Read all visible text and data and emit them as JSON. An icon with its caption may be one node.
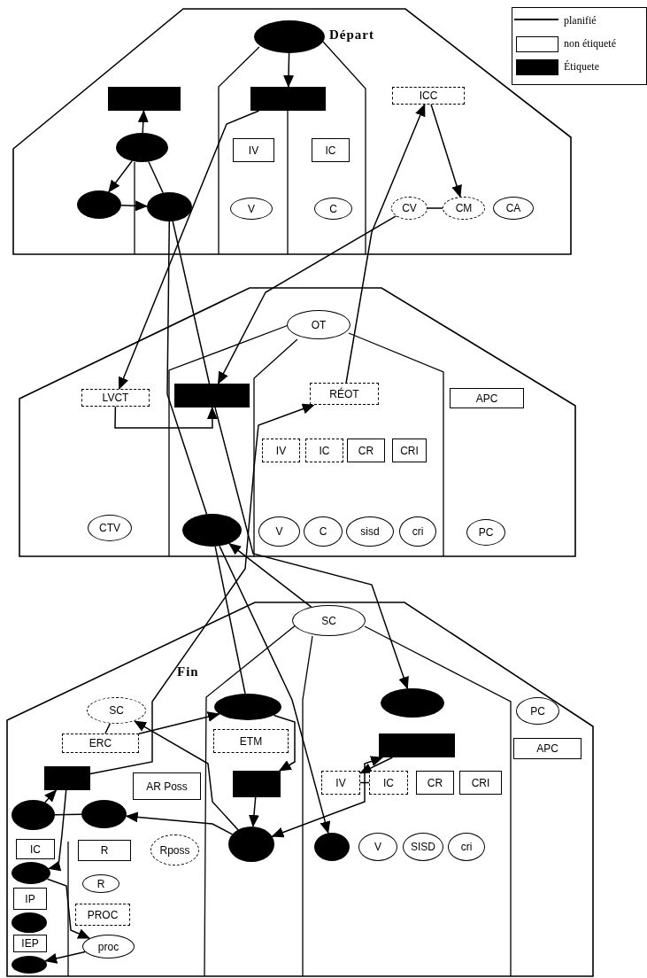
{
  "diagram": {
    "nodes": [
      {
        "text": [
          "Départ"
        ]
      },
      {
        "text": [],
        "shape": "ellipse",
        "in": 0
      },
      {
        "text": [],
        "shape": "box",
        "in": 0
      },
      {
        "text": [],
        "shape": "box",
        "in": 0
      },
      {
        "text": [
          "ICC"
        ],
        "in": 0
      },
      {
        "text": [],
        "shape": "ellipse",
        "in": 0
      },
      {
        "text": [
          "IV"
        ],
        "in": 0
      },
      {
        "text": [
          "IC"
        ],
        "in": 0
      },
      {
        "text": [],
        "shape": "ellipse",
        "in": 0
      },
      {
        "text": [],
        "shape": "ellipse",
        "in": 0
      },
      {
        "text": [
          "V"
        ],
        "in": 0
      },
      {
        "text": [
          "C"
        ],
        "in": 0
      },
      {
        "text": [
          "CV"
        ],
        "in": 0
      },
      {
        "text": [
          "CM"
        ],
        "in": 0
      },
      {
        "text": [
          "CA"
        ],
        "in": 0
      },
      {
        "text": [],
        "shape": "box"
      },
      {
        "text": [
          "OT"
        ],
        "in": 15
      },
      {
        "text": [
          "LVCT"
        ],
        "in": 15
      },
      {
        "text": [],
        "shape": "box",
        "in": 15
      },
      {
        "text": [
          "RÉOT"
        ],
        "in": 15
      },
      {
        "text": [
          "APC"
        ],
        "in": 15
      },
      {
        "text": [
          "IV"
        ],
        "in": 15
      },
      {
        "text": [
          "IC"
        ],
        "in": 15
      },
      {
        "text": [
          "CR"
        ],
        "in": 15
      },
      {
        "text": [
          "CRI"
        ],
        "in": 15
      },
      {
        "text": [
          "CTV"
        ],
        "in": 15
      },
      {
        "text": [],
        "shape": "ellipse",
        "in": 15
      },
      {
        "text": [
          "V"
        ],
        "in": 15
      },
      {
        "text": [
          "C"
        ],
        "in": 15
      },
      {
        "text": [
          "sisd"
        ],
        "in": 15
      },
      {
        "text": [
          "cri"
        ],
        "in": 15
      },
      {
        "text": [
          "PC"
        ],
        "in": 15
      },
      {
        "text": [
          "Fin"
        ]
      },
      {
        "text": [
          "SC"
        ],
        "in": 32
      },
      {
        "text": [
          "SC"
        ],
        "in": 32
      },
      {
        "text": [],
        "shape": "ellipse",
        "in": 32
      },
      {
        "text": [],
        "shape": "ellipse",
        "in": 32
      },
      {
        "text": [
          "PC"
        ],
        "in": 32
      },
      {
        "text": [
          "ERC"
        ],
        "in": 32
      },
      {
        "text": [
          "ETM"
        ],
        "in": 32
      },
      {
        "text": [],
        "shape": "box",
        "in": 32
      },
      {
        "text": [
          "APC"
        ],
        "in": 32
      },
      {
        "text": [],
        "shape": "box",
        "in": 32
      },
      {
        "text": [
          "AR Poss"
        ],
        "in": 32
      },
      {
        "text": [],
        "shape": "box",
        "in": 32
      },
      {
        "text": [
          "IV"
        ],
        "in": 32
      },
      {
        "text": [
          "IC"
        ],
        "in": 32
      },
      {
        "text": [
          "CR"
        ],
        "in": 32
      },
      {
        "text": [
          "CRI"
        ],
        "in": 32
      },
      {
        "text": [],
        "shape": "ellipse",
        "in": 32
      },
      {
        "text": [],
        "shape": "ellipse",
        "in": 32
      },
      {
        "text": [],
        "shape": "ellipse",
        "in": 32
      },
      {
        "text": [],
        "shape": "ellipse",
        "in": 32
      },
      {
        "text": [
          "V"
        ],
        "in": 32
      },
      {
        "text": [
          "SISD"
        ],
        "in": 32
      },
      {
        "text": [
          "cri"
        ],
        "in": 32
      },
      {
        "text": [
          "IC"
        ],
        "in": 32
      },
      {
        "text": [
          "R"
        ],
        "in": 32
      },
      {
        "text": [
          "Rposs"
        ],
        "in": 32
      },
      {
        "text": [],
        "shape": "ellipse",
        "in": 32
      },
      {
        "text": [
          "R"
        ],
        "in": 32
      },
      {
        "text": [
          "IP"
        ],
        "in": 32
      },
      {
        "text": [
          "PROC"
        ],
        "in": 32
      },
      {
        "text": [],
        "shape": "ellipse",
        "in": 32
      },
      {
        "text": [
          "proc"
        ],
        "in": 32
      },
      {
        "text": [
          "IEP"
        ],
        "in": 32
      },
      {
        "text": [],
        "shape": "ellipse",
        "in": 32
      }
    ],
    "edges": [
      {
        "from": 1,
        "to": 3,
        "arrow": "to"
      },
      {
        "from": 5,
        "to": 2,
        "arrow": "to"
      },
      {
        "from": 5,
        "to": 8,
        "arrow": "to"
      },
      {
        "from": 8,
        "to": 9,
        "arrow": "to"
      },
      {
        "from": 4,
        "to": 13,
        "arrow": "to"
      },
      {
        "from": 12,
        "to": 13,
        "arrow": "none"
      },
      {
        "from": 3,
        "to": 17,
        "arrow": "to"
      },
      {
        "from": 12,
        "to": 18,
        "arrow": "to"
      },
      {
        "from": 19,
        "to": 4,
        "arrow": "to"
      },
      {
        "from": 9,
        "to": 18,
        "arrow": "none"
      },
      {
        "from": 9,
        "to": 26,
        "arrow": "none"
      },
      {
        "from": 17,
        "to": 18,
        "arrow": "to"
      },
      {
        "from": 18,
        "to": 36,
        "arrow": "to"
      },
      {
        "from": 42,
        "to": 19,
        "arrow": "to"
      },
      {
        "from": 26,
        "to": 35,
        "arrow": "none"
      },
      {
        "from": 26,
        "to": 52,
        "arrow": "to"
      },
      {
        "from": 33,
        "to": 26,
        "arrow": "to"
      },
      {
        "from": 38,
        "to": 35,
        "arrow": "to"
      },
      {
        "from": 51,
        "to": 34,
        "arrow": "to"
      },
      {
        "from": 35,
        "to": 44,
        "arrow": "to"
      },
      {
        "from": 44,
        "to": 51,
        "arrow": "to"
      },
      {
        "from": 40,
        "to": 45,
        "arrow": "to"
      },
      {
        "from": 51,
        "to": 40,
        "arrow": "both"
      },
      {
        "from": 51,
        "to": 50,
        "arrow": "to"
      },
      {
        "from": 49,
        "to": 42,
        "arrow": "to"
      },
      {
        "from": 50,
        "to": 49,
        "arrow": "none"
      },
      {
        "from": 42,
        "to": 59,
        "arrow": "to"
      },
      {
        "from": 59,
        "to": 64,
        "arrow": "to"
      },
      {
        "from": 64,
        "to": 66,
        "arrow": "to"
      },
      {
        "from": 34,
        "to": 38,
        "arrow": "none"
      },
      {
        "from": 45,
        "to": 46,
        "arrow": "none"
      },
      {
        "from": 5,
        "to": 9,
        "arrow": "none"
      }
    ],
    "legend": [
      {
        "text": "planifié"
      },
      {
        "text": "non étiqueté",
        "color": "#ffffff"
      },
      {
        "text": "Étiquete",
        "color": "#000000"
      }
    ]
  }
}
